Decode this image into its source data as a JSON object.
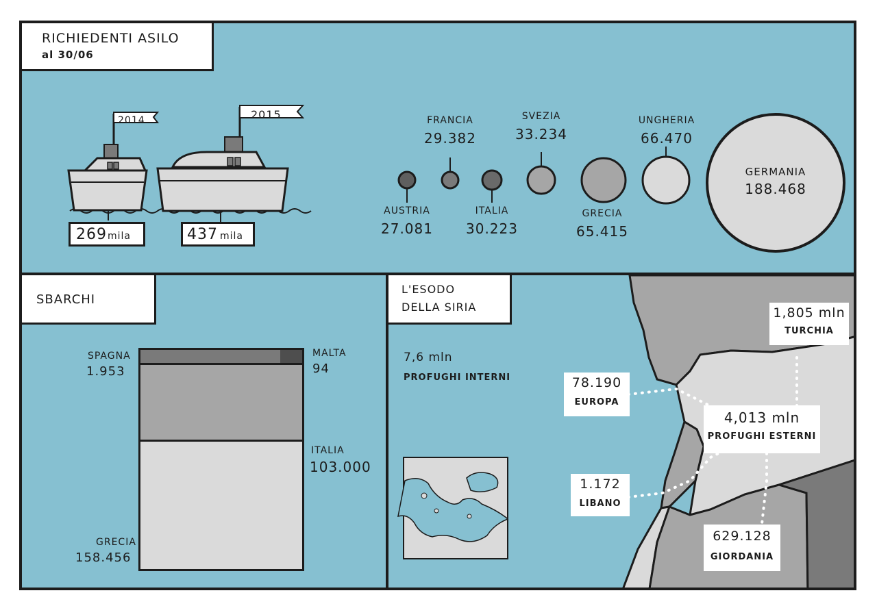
{
  "asylum": {
    "title": "RICHIEDENTI ASILO",
    "subtitle": "al 30/06",
    "boats": [
      {
        "year": "2014",
        "value": "269",
        "unit": "mila"
      },
      {
        "year": "2015",
        "value": "437",
        "unit": "mila"
      }
    ],
    "countries": [
      {
        "name": "AUSTRIA",
        "value": "27.081"
      },
      {
        "name": "FRANCIA",
        "value": "29.382"
      },
      {
        "name": "ITALIA",
        "value": "30.223"
      },
      {
        "name": "SVEZIA",
        "value": "33.234"
      },
      {
        "name": "GRECIA",
        "value": "65.415"
      },
      {
        "name": "UNGHERIA",
        "value": "66.470"
      },
      {
        "name": "GERMANIA",
        "value": "188.468"
      }
    ]
  },
  "landings": {
    "title": "SBARCHI",
    "items": [
      {
        "name": "SPAGNA",
        "value": "1.953"
      },
      {
        "name": "MALTA",
        "value": "94"
      },
      {
        "name": "ITALIA",
        "value": "103.000"
      },
      {
        "name": "GRECIA",
        "value": "158.456"
      }
    ]
  },
  "syria": {
    "title_line1": "L'ESODO",
    "title_line2": "DELLA SIRIA",
    "internal_value": "7,6 mln",
    "internal_label": "PROFUGHI INTERNI",
    "external_value": "4,013 mln",
    "external_label": "PROFUGHI ESTERNI",
    "destinations": [
      {
        "value": "1,805 mln",
        "name": "TURCHIA"
      },
      {
        "value": "78.190",
        "name": "EUROPA"
      },
      {
        "value": "1.172",
        "name": "LIBANO"
      },
      {
        "value": "629.128",
        "name": "GIORDANIA"
      }
    ]
  },
  "colors": {
    "sea": "#86c0d1",
    "ink": "#1c1c1c",
    "land_light": "#dadada",
    "land_mid": "#a6a6a6",
    "land_dark": "#7a7a7a"
  }
}
